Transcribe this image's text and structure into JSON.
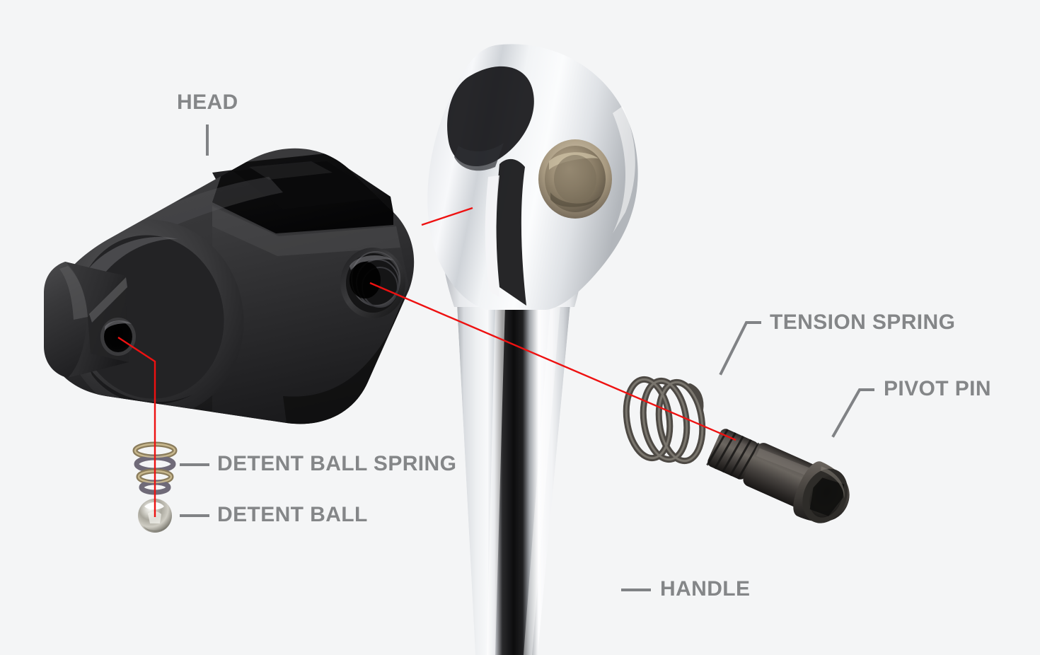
{
  "diagram": {
    "type": "exploded-view",
    "subject": "breaker bar / flex-head ratchet handle",
    "background_color": "#f4f5f6",
    "label_color": "#848688",
    "leader_color": "#808285",
    "assembly_line_color": "#ee1111"
  },
  "labels": {
    "head": "HEAD",
    "detent_ball_spring": "DETENT BALL SPRING",
    "detent_ball": "DETENT BALL",
    "tension_spring": "TENSION SPRING",
    "pivot_pin": "PIVOT PIN",
    "handle": "HANDLE"
  },
  "parts": [
    {
      "name": "head",
      "label": "HEAD",
      "finish": "black-oxide-steel",
      "color": "#2e2e30"
    },
    {
      "name": "handle",
      "label": "HANDLE",
      "finish": "polished-chrome",
      "color": "#d7dade"
    },
    {
      "name": "tension-spring",
      "label": "TENSION SPRING",
      "finish": "dark-spring-steel",
      "color": "#4a4642"
    },
    {
      "name": "pivot-pin",
      "label": "PIVOT PIN",
      "finish": "black-oxide-steel",
      "color": "#3a3734"
    },
    {
      "name": "detent-ball-spring",
      "label": "DETENT BALL SPRING",
      "finish": "bronze-spring-wire",
      "color": "#9a8b6a"
    },
    {
      "name": "detent-ball",
      "label": "DETENT BALL",
      "finish": "polished-steel",
      "color": "#cfcfcb"
    }
  ]
}
